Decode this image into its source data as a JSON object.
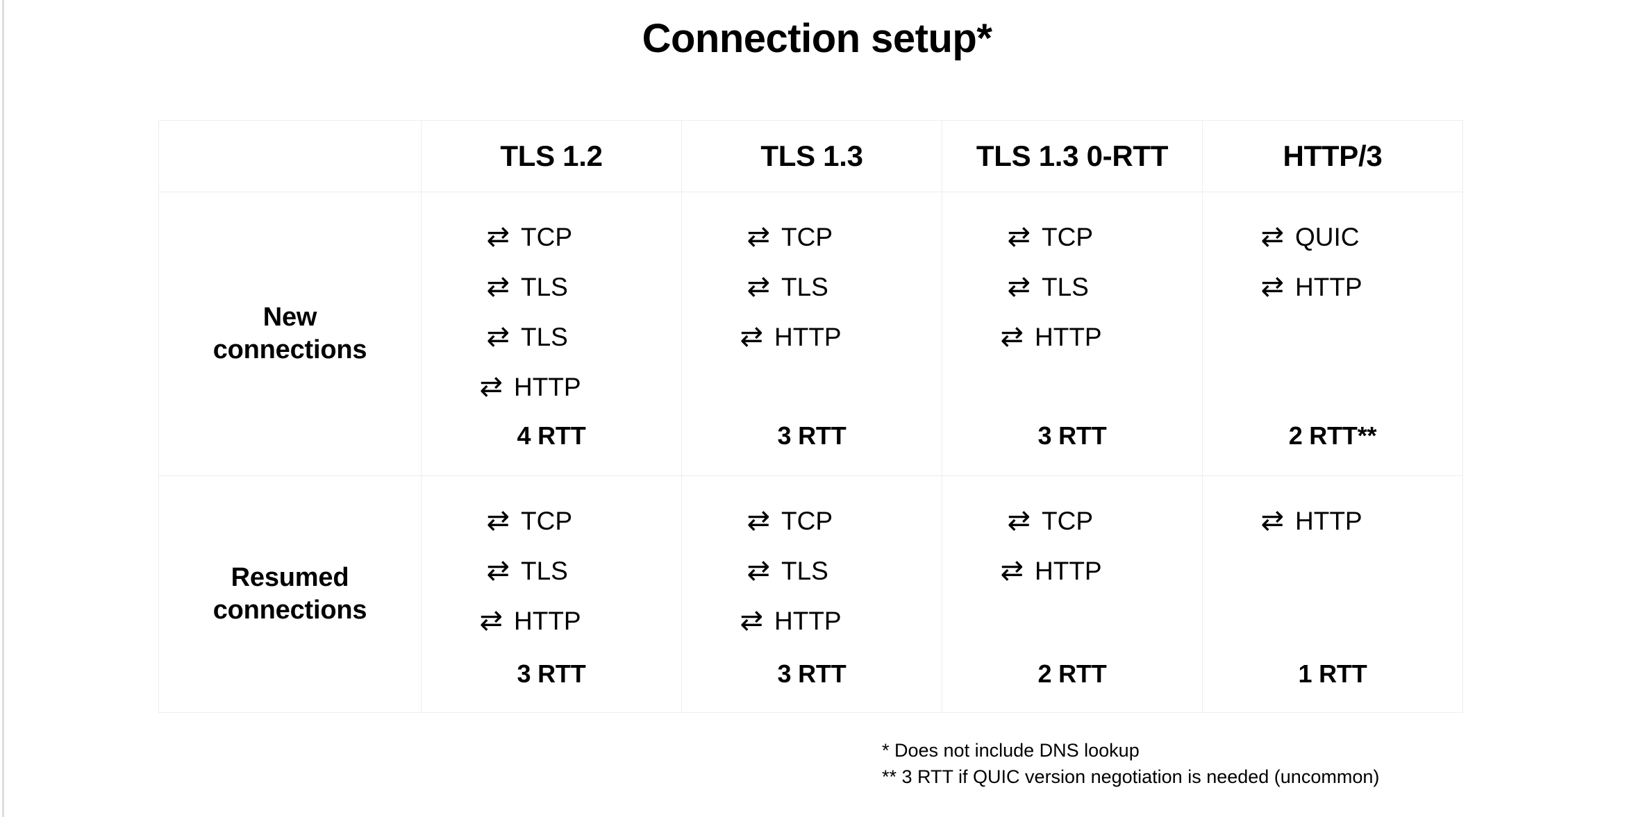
{
  "title": "Connection setup*",
  "table": {
    "corner_label": "",
    "columns": [
      {
        "key": "tls12",
        "label": "TLS 1.2"
      },
      {
        "key": "tls13",
        "label": "TLS 1.3"
      },
      {
        "key": "tls13_0rtt",
        "label": "TLS 1.3 0-RTT"
      },
      {
        "key": "http3",
        "label": "HTTP/3"
      }
    ],
    "arrow_glyph": "⇄",
    "rows": [
      {
        "key": "new",
        "label_line1": "New",
        "label_line2": "connections",
        "cells": [
          {
            "steps": [
              "TCP",
              "TLS",
              "TLS",
              "HTTP"
            ],
            "rtt": "4 RTT"
          },
          {
            "steps": [
              "TCP",
              "TLS",
              "HTTP"
            ],
            "rtt": "3 RTT"
          },
          {
            "steps": [
              "TCP",
              "TLS",
              "HTTP"
            ],
            "rtt": "3 RTT"
          },
          {
            "steps": [
              "QUIC",
              "HTTP"
            ],
            "rtt": "2 RTT**"
          }
        ]
      },
      {
        "key": "resumed",
        "label_line1": "Resumed",
        "label_line2": "connections",
        "cells": [
          {
            "steps": [
              "TCP",
              "TLS",
              "HTTP"
            ],
            "rtt": "3 RTT"
          },
          {
            "steps": [
              "TCP",
              "TLS",
              "HTTP"
            ],
            "rtt": "3 RTT"
          },
          {
            "steps": [
              "TCP",
              "HTTP"
            ],
            "rtt": "2 RTT"
          },
          {
            "steps": [
              "HTTP"
            ],
            "rtt": "1 RTT"
          }
        ]
      }
    ]
  },
  "footnotes": [
    "* Does not include DNS lookup",
    "** 3 RTT if QUIC version negotiation is needed (uncommon)"
  ],
  "colors": {
    "background": "#ffffff",
    "text": "#000000",
    "border": "#ededed",
    "left_rule": "#dcdee0"
  }
}
